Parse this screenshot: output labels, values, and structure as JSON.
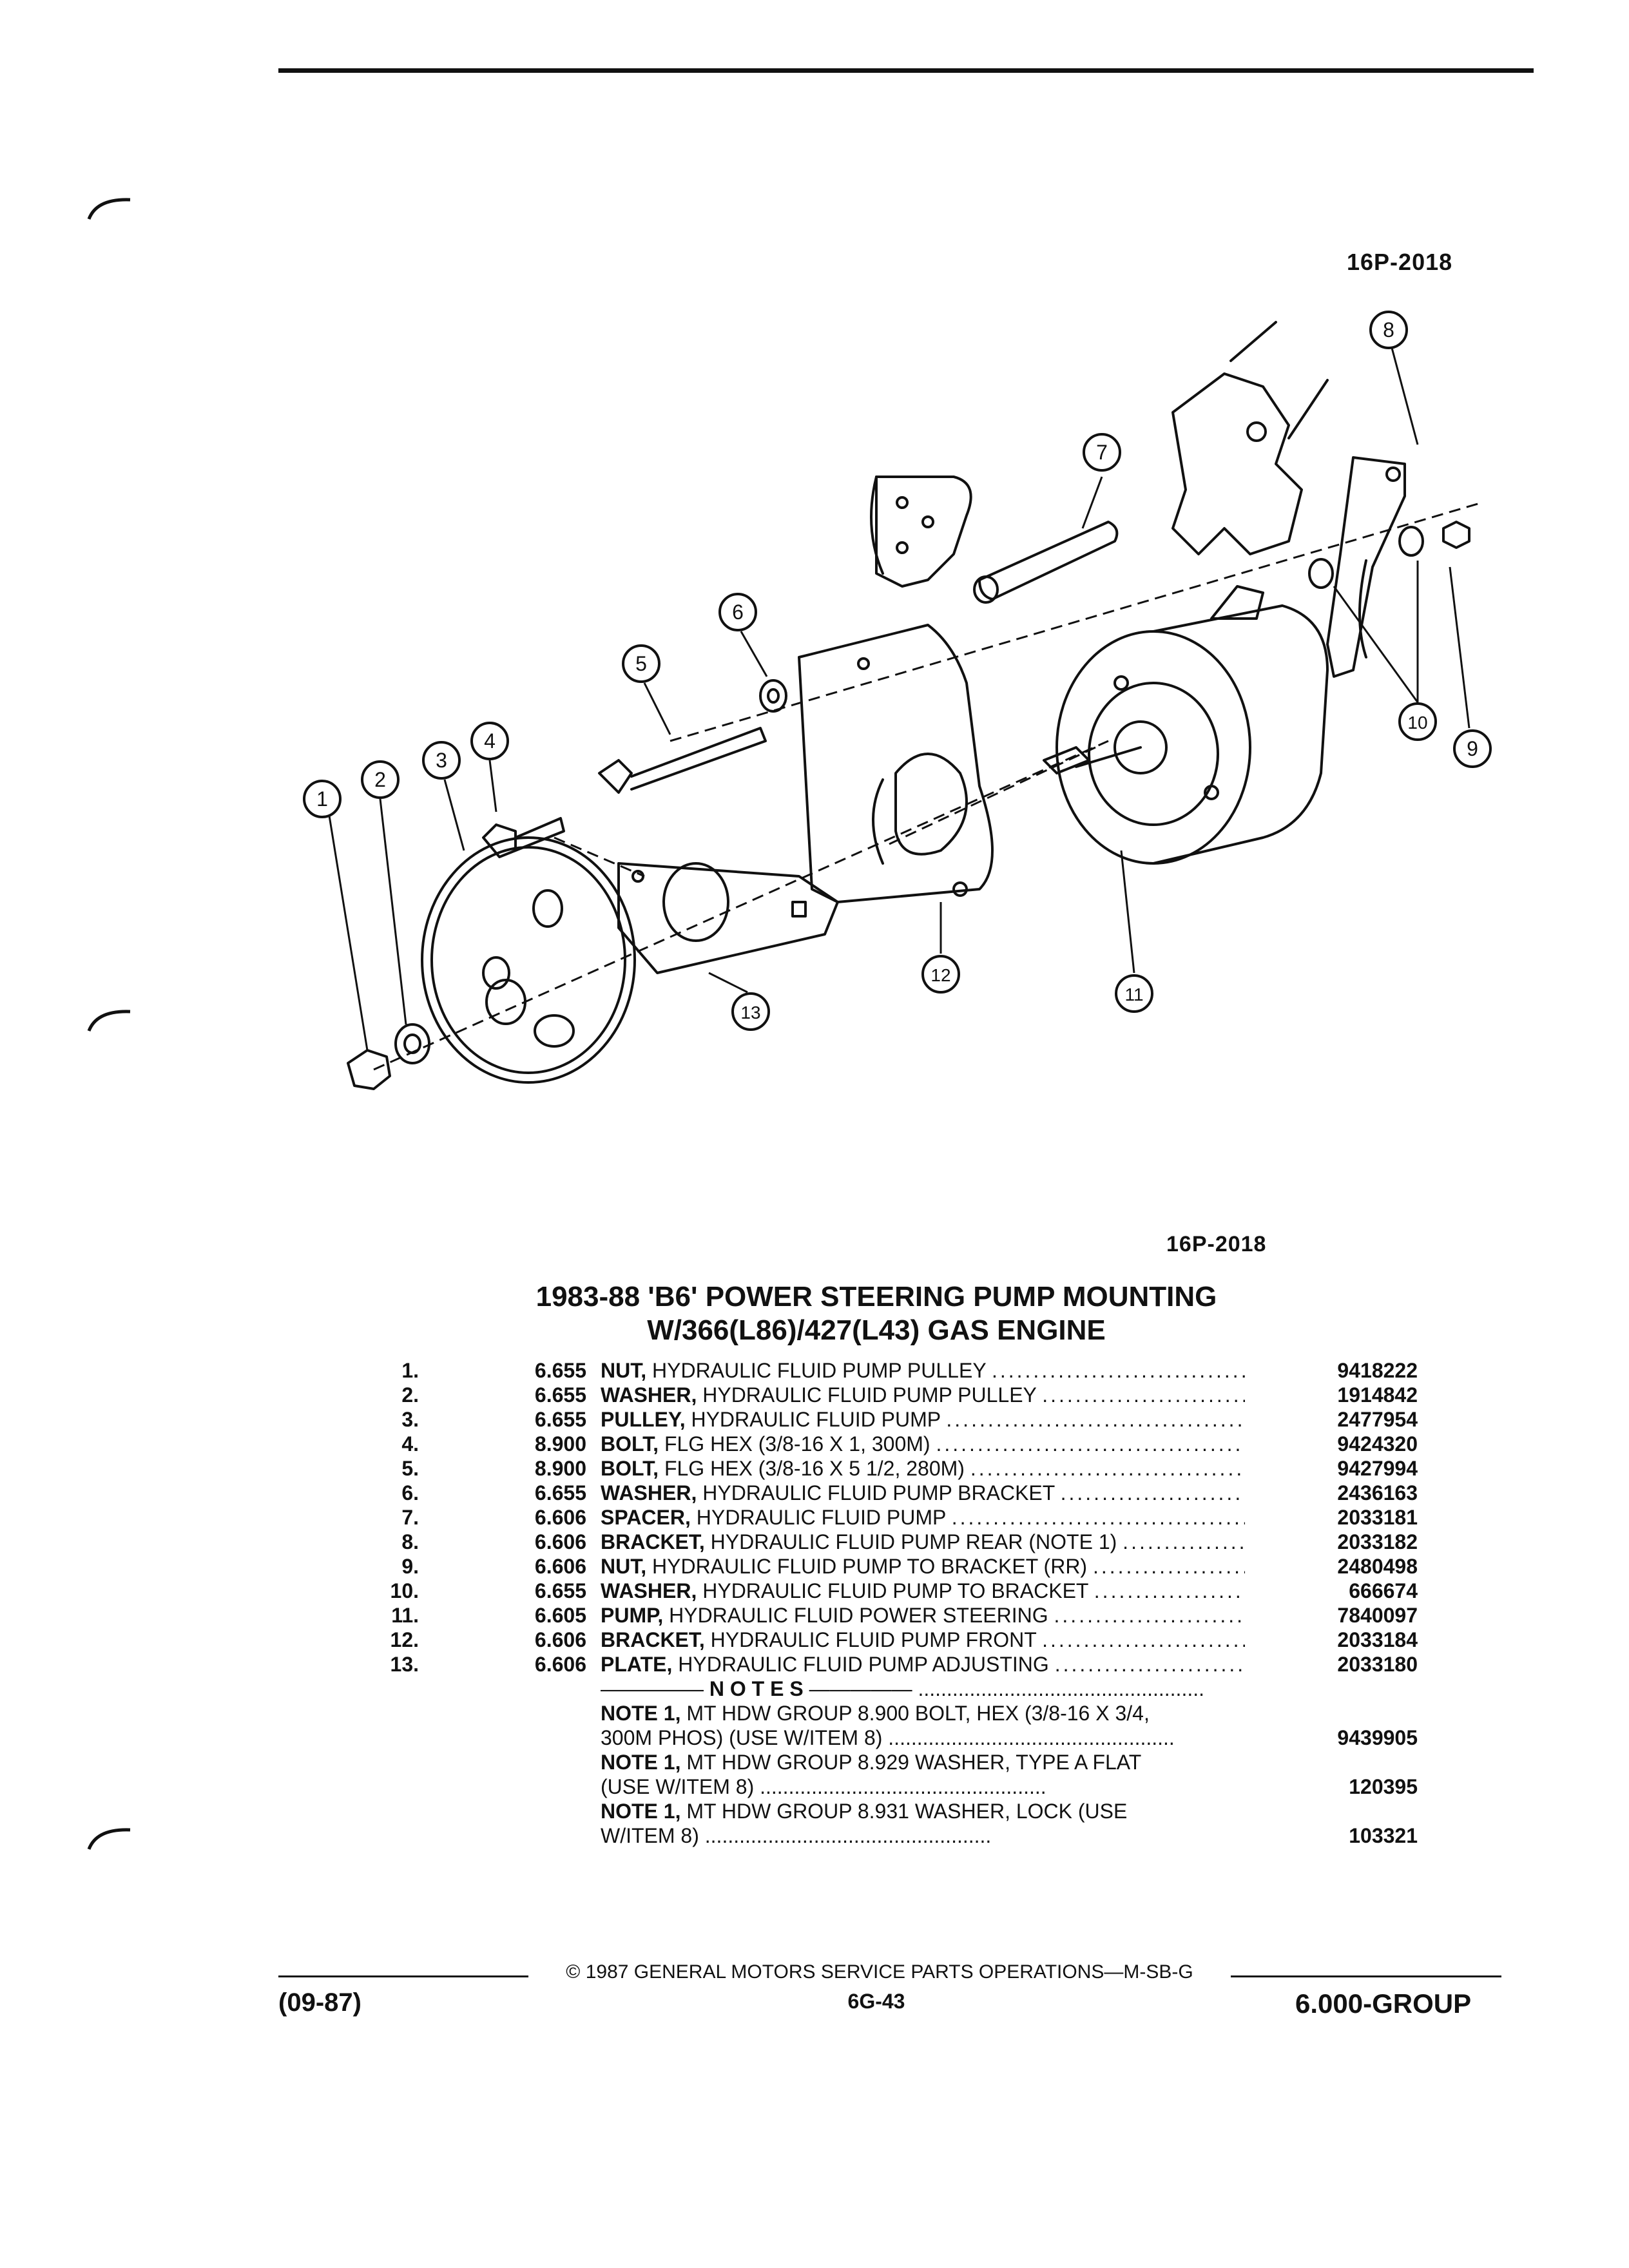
{
  "header": {
    "figure_code_top": "16P-2018"
  },
  "diagram": {
    "callouts": [
      "1",
      "2",
      "3",
      "4",
      "5",
      "6",
      "7",
      "8",
      "9",
      "10",
      "11",
      "12",
      "13"
    ]
  },
  "caption": {
    "figure_code": "16P-2018",
    "title_line_1": "1983-88 'B6' POWER STEERING PUMP MOUNTING",
    "title_line_2": "W/366(L86)/427(L43) GAS ENGINE"
  },
  "parts": [
    {
      "num": "1.",
      "group": "6.655",
      "name": "NUT,",
      "desc": "HYDRAULIC FLUID PUMP PULLEY",
      "part_no": "9418222"
    },
    {
      "num": "2.",
      "group": "6.655",
      "name": "WASHER,",
      "desc": "HYDRAULIC FLUID PUMP PULLEY",
      "part_no": "1914842"
    },
    {
      "num": "3.",
      "group": "6.655",
      "name": "PULLEY,",
      "desc": "HYDRAULIC FLUID PUMP",
      "part_no": "2477954"
    },
    {
      "num": "4.",
      "group": "8.900",
      "name": "BOLT,",
      "desc": "FLG HEX (3/8-16 X 1, 300M)",
      "part_no": "9424320"
    },
    {
      "num": "5.",
      "group": "8.900",
      "name": "BOLT,",
      "desc": "FLG HEX (3/8-16 X 5 1/2, 280M)",
      "part_no": "9427994"
    },
    {
      "num": "6.",
      "group": "6.655",
      "name": "WASHER,",
      "desc": "HYDRAULIC FLUID PUMP BRACKET",
      "part_no": "2436163"
    },
    {
      "num": "7.",
      "group": "6.606",
      "name": "SPACER,",
      "desc": "HYDRAULIC FLUID PUMP",
      "part_no": "2033181"
    },
    {
      "num": "8.",
      "group": "6.606",
      "name": "BRACKET,",
      "desc": "HYDRAULIC FLUID PUMP REAR (NOTE 1)",
      "part_no": "2033182"
    },
    {
      "num": "9.",
      "group": "6.606",
      "name": "NUT,",
      "desc": "HYDRAULIC FLUID PUMP TO BRACKET (RR)",
      "part_no": "2480498"
    },
    {
      "num": "10.",
      "group": "6.655",
      "name": "WASHER,",
      "desc": "HYDRAULIC FLUID PUMP TO BRACKET",
      "part_no": "666674"
    },
    {
      "num": "11.",
      "group": "6.605",
      "name": "PUMP,",
      "desc": "HYDRAULIC FLUID POWER STEERING",
      "part_no": "7840097"
    },
    {
      "num": "12.",
      "group": "6.606",
      "name": "BRACKET,",
      "desc": "HYDRAULIC FLUID PUMP FRONT",
      "part_no": "2033184"
    },
    {
      "num": "13.",
      "group": "6.606",
      "name": "PLATE,",
      "desc": "HYDRAULIC FLUID PUMP ADJUSTING",
      "part_no": "2033180"
    }
  ],
  "notes_header": "N O T E S",
  "notes": [
    {
      "label": "NOTE 1,",
      "line1": "MT HDW GROUP 8.900 BOLT, HEX (3/8-16 X 3/4,",
      "line2": "300M PHOS) (USE W/ITEM 8)",
      "part_no": "9439905"
    },
    {
      "label": "NOTE 1,",
      "line1": "MT HDW GROUP 8.929 WASHER, TYPE A FLAT",
      "line2": "(USE W/ITEM 8)",
      "part_no": "120395"
    },
    {
      "label": "NOTE 1,",
      "line1": "MT HDW GROUP 8.931 WASHER, LOCK (USE",
      "line2": "W/ITEM 8)",
      "part_no": "103321"
    }
  ],
  "footer": {
    "copyright": "© 1987 GENERAL MOTORS SERVICE PARTS OPERATIONS—M-SB-G",
    "page": "6G-43",
    "date_code": "(09-87)",
    "group": "6.000-GROUP"
  }
}
